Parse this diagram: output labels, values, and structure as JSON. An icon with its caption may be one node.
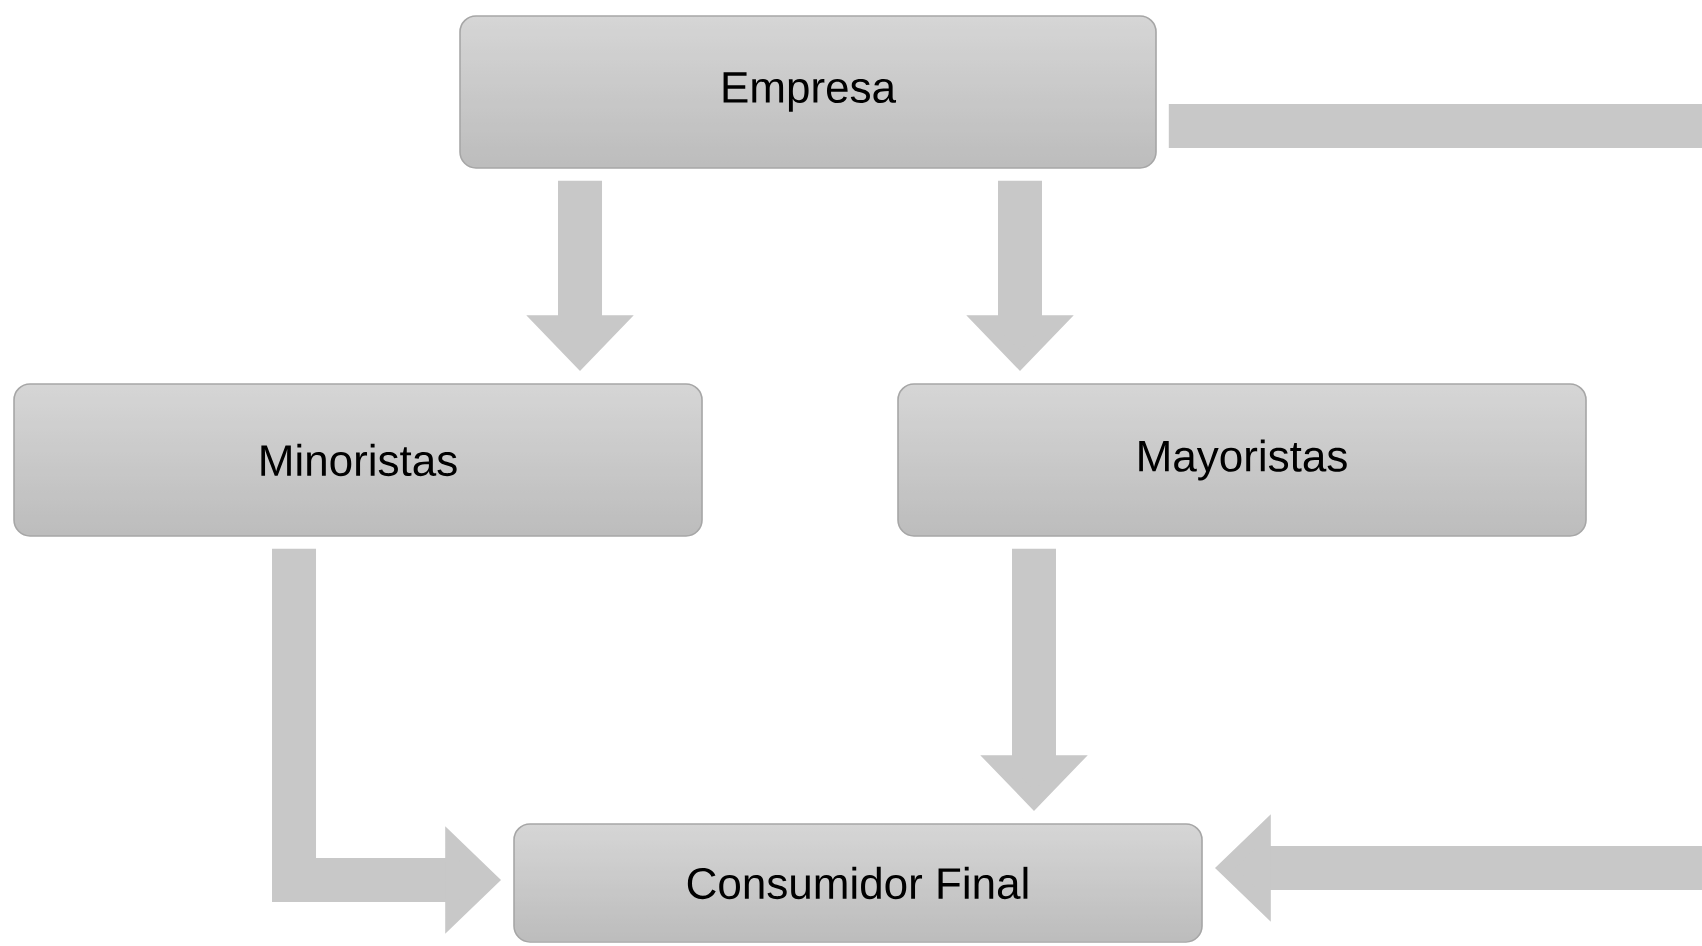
{
  "diagram": {
    "nodes": [
      {
        "text": [
          "Empresa"
        ]
      },
      {
        "text": [
          "Minoristas"
        ]
      },
      {
        "text": [
          "Mayoristas"
        ]
      },
      {
        "text": [
          "Consumidor Final"
        ]
      }
    ],
    "edges": [
      {
        "from": 0,
        "to": 1,
        "arrow": "to"
      },
      {
        "from": 0,
        "to": 2,
        "arrow": "to"
      },
      {
        "from": 1,
        "to": 3,
        "arrow": "to"
      },
      {
        "from": 2,
        "to": 3,
        "arrow": "to"
      },
      {
        "from": 0,
        "to": 3,
        "arrow": "to"
      }
    ]
  }
}
